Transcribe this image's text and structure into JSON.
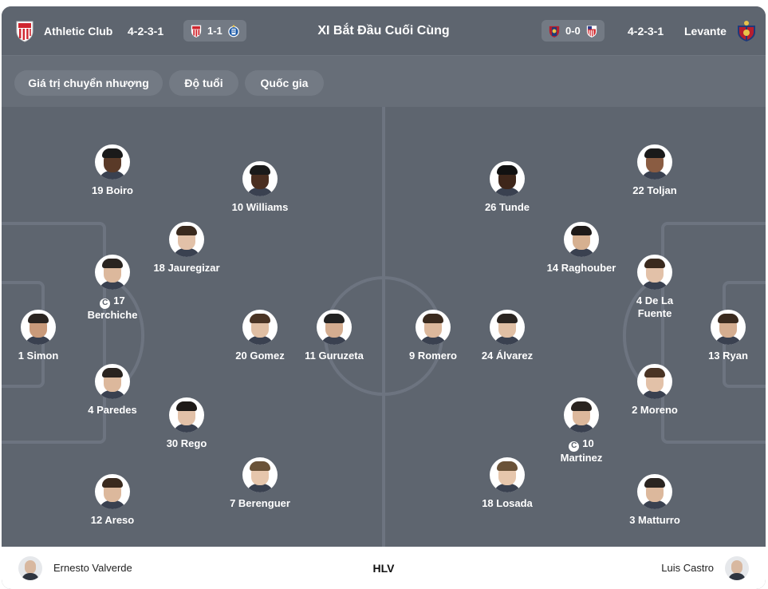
{
  "header": {
    "title": "XI Bắt Đầu Cuối Cùng",
    "home": {
      "name": "Athletic Club",
      "formation": "4-2-3-1",
      "last_score": "1-1",
      "last_opponent_icon": "real-sociedad-crest-icon",
      "crest_icon": "athletic-club-crest-icon"
    },
    "away": {
      "name": "Levante",
      "formation": "4-2-3-1",
      "last_score": "0-0",
      "last_opponent_icon": "atletico-madrid-crest-icon",
      "crest_icon": "levante-crest-icon"
    }
  },
  "filters": [
    "Giá trị chuyển nhượng",
    "Độ tuổi",
    "Quốc gia"
  ],
  "home_players": [
    {
      "label": "19 Boiro",
      "skin": "#5a3a28",
      "hair": "#1a1a1a"
    },
    {
      "label": "10 Williams",
      "skin": "#4a2e20",
      "hair": "#1a1a1a"
    },
    {
      "label": "18 Jauregizar",
      "skin": "#e2c1a8",
      "hair": "#3a2a1e"
    },
    {
      "label": "17",
      "label2": "Berchiche",
      "captain": true,
      "skin": "#dcb89c",
      "hair": "#2a2420"
    },
    {
      "label": "1 Simon",
      "skin": "#c99a7a",
      "hair": "#2a2420"
    },
    {
      "label": "20 Gomez",
      "skin": "#e0bfa4",
      "hair": "#4a3424"
    },
    {
      "label": "11 Guruzeta",
      "skin": "#d4ad90",
      "hair": "#222"
    },
    {
      "label": "4 Paredes",
      "skin": "#dcb89c",
      "hair": "#2a2420"
    },
    {
      "label": "30 Rego",
      "skin": "#e2c1a8",
      "hair": "#1e1a18"
    },
    {
      "label": "12 Areso",
      "skin": "#dcb89c",
      "hair": "#3a2a1e"
    },
    {
      "label": "7 Berenguer",
      "skin": "#e6c6ac",
      "hair": "#6a5238"
    }
  ],
  "away_players": [
    {
      "label": "26 Tunde",
      "skin": "#3e261a",
      "hair": "#111"
    },
    {
      "label": "22 Toljan",
      "skin": "#8a5c42",
      "hair": "#1a1a1a"
    },
    {
      "label": "14 Raghouber",
      "skin": "#d6b090",
      "hair": "#1e1a18"
    },
    {
      "label": "4 De La",
      "label2": "Fuente",
      "skin": "#e2c1a8",
      "hair": "#3a2a1e"
    },
    {
      "label": "9 Romero",
      "skin": "#dcb89c",
      "hair": "#3a2a1e"
    },
    {
      "label": "24 Álvarez",
      "skin": "#e0bfa4",
      "hair": "#2a2420"
    },
    {
      "label": "13 Ryan",
      "skin": "#d4ad90",
      "hair": "#3a2a1e"
    },
    {
      "label": "2 Moreno",
      "skin": "#e2c1a8",
      "hair": "#4a3424"
    },
    {
      "label": "10",
      "label2": "Martinez",
      "captain": true,
      "skin": "#dcb89c",
      "hair": "#2a2420"
    },
    {
      "label": "18 Losada",
      "skin": "#e6c6ac",
      "hair": "#6a5238"
    },
    {
      "label": "3 Matturro",
      "skin": "#dcb89c",
      "hair": "#2a2420"
    }
  ],
  "footer": {
    "label": "HLV",
    "home_coach": "Ernesto Valverde",
    "away_coach": "Luis Castro"
  },
  "colors": {
    "pitch": "#5e656f",
    "chip": "#737a84",
    "athletic_red": "#d0262f",
    "levante_blue": "#1f3a7a",
    "levante_red": "#b81e2d"
  }
}
